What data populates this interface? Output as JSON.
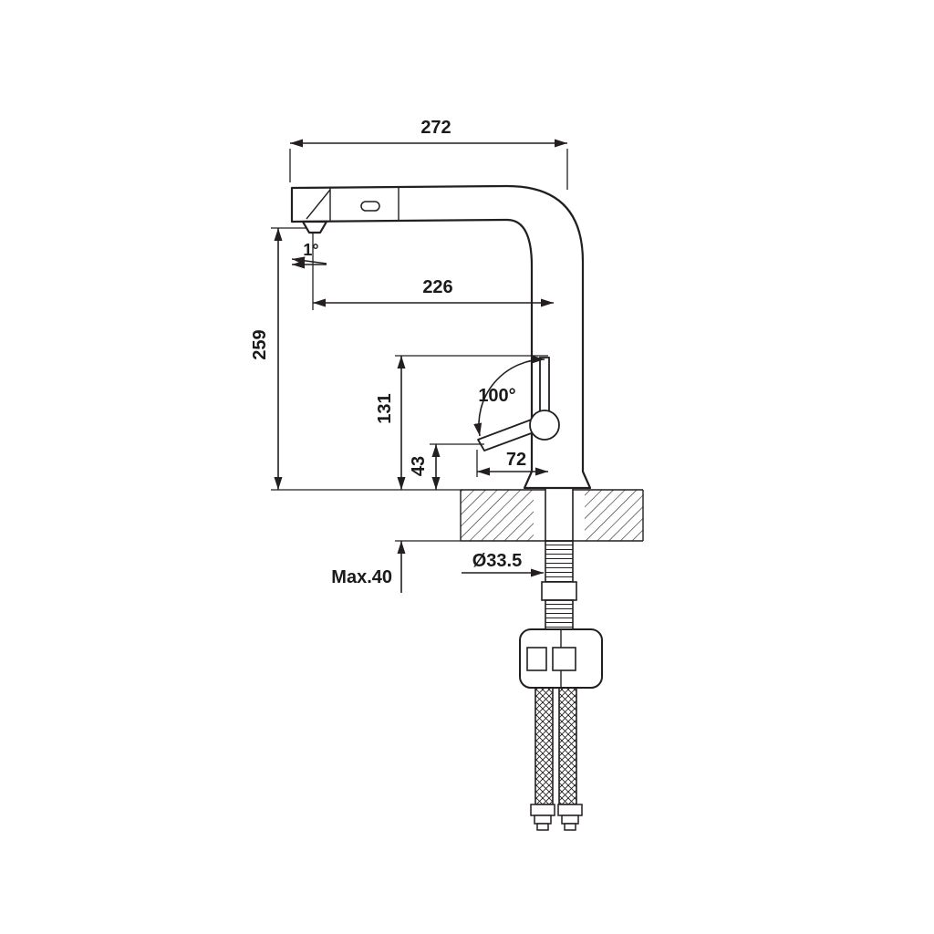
{
  "drawing": {
    "type": "faucet-installation-technical-drawing",
    "dimensions": {
      "top_width": "272",
      "spout_reach": "226",
      "spout_height": "259",
      "pin_height": "131",
      "lever_height": "43",
      "lever_reach": "72",
      "tilt_angle": "1°",
      "handle_angle": "100°",
      "max_thickness": "Max.40",
      "hole_diameter": "Ø33.5"
    },
    "colors": {
      "line": "#231f20",
      "background": "#ffffff"
    }
  }
}
